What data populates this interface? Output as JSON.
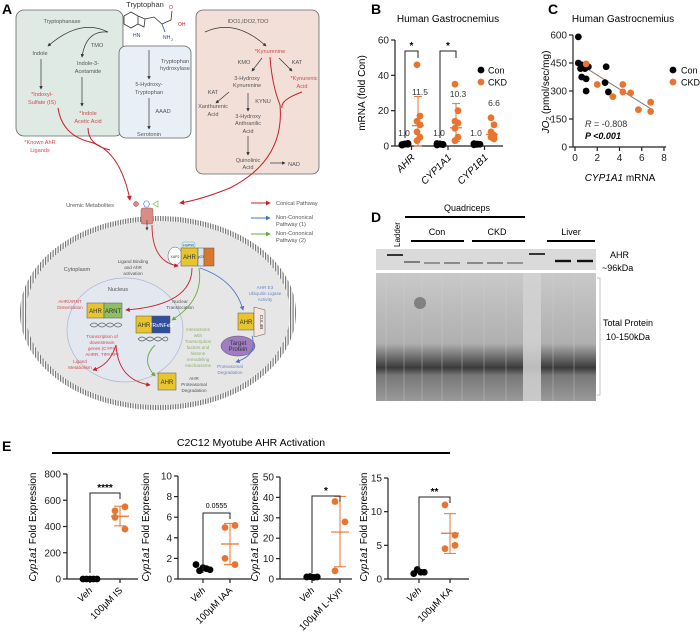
{
  "panel_labels": {
    "a": "A",
    "b": "B",
    "c": "C",
    "d": "D",
    "e": "E"
  },
  "colors": {
    "con": "#000000",
    "ckd": "#e8742f",
    "canonical": "#c8202a",
    "noncanonical1": "#4a74c4",
    "noncanonical2": "#6aaa3a",
    "ahr_box": "#e8c52c",
    "arnt_box": "#8cc063",
    "tr_box": "#2f4f9e"
  },
  "panel_a": {
    "texts": [
      "Tryptophanase",
      "TMO",
      "Indole",
      "Indole-3-",
      "Acetamide",
      "*Indoxyl-",
      "Sulfate (IS)",
      "*Indole",
      "Acetic Acid",
      "*Known AhR",
      "Ligands",
      "Tryptophan",
      "Tryptophan",
      "hydroxylase",
      "5-Hydroxy-",
      "Tryptophan",
      "AAAD",
      "Serotonin",
      "IDO1,IDO2,TDO",
      "*Kynurenine",
      "KMO",
      "KAT",
      "*Kynurenic",
      "Acid",
      "3-Hydroxy",
      "Kynurenine",
      "KAT",
      "Xanthurenic",
      "Acid",
      "KYNU",
      "3-Hydroxy",
      "Anthranilic",
      "Acid",
      "Quinolinic",
      "Acid",
      "NAD",
      "Uremic Metabolites",
      "Conical Pathway",
      "Non-Cononical",
      "Pathway (1)",
      "Non-Cononical",
      "Pathway (2)",
      "Cytoplasm",
      "Ligand Binding",
      "and AhR",
      "activation",
      "Nucleus",
      "AHR/ARNT",
      "Dimerization",
      "Nuclear",
      "Translocation",
      "AHR E3",
      "Ubiquitin Ligase",
      "Activity",
      "Interactions",
      "with",
      "Transcription",
      "factors and",
      "histone",
      "remodeling",
      "mechanisms",
      "Transcription of",
      "downstream",
      "genes (CYPs,",
      "AHRR, TIPARP)",
      "Ligand",
      "Metabolism",
      "Proteasomal",
      "Degradation",
      "AHR",
      "Proteasomal",
      "Degradation",
      "AHR",
      "HSP90",
      "XAP2",
      "p23",
      "AHR",
      "ARNT",
      "AHR",
      "TRs/NFκB",
      "AHR",
      "CUL4B",
      "Target",
      "Protein",
      "AHR"
    ],
    "molecule": {
      "hn": "HN",
      "nh2": "NH",
      "nh2_sub": "2",
      "oh": "OH",
      "o": "O"
    }
  },
  "panel_d": {
    "ladder": "Ladder",
    "group": "Quadriceps",
    "con": "Con",
    "ckd": "CKD",
    "liver": "Liver",
    "ahr": "AHR",
    "ahr_kda": "~96kDa",
    "total": "Total Protein",
    "total_kda": "10-150kDa"
  },
  "panel_e_title": "C2C12 Myotube AHR Activation",
  "chart_data": [
    {
      "type": "scatter",
      "title": "Human Gastrocnemius",
      "ylabel": "mRNA (fold Con)",
      "ylim": [
        0,
        60
      ],
      "yticks": [
        "0",
        "20",
        "40",
        "60"
      ],
      "categories": [
        "AHR",
        "CYP1A1",
        "CYP1B1"
      ],
      "legend": [
        "Con",
        "CKD"
      ],
      "legend_position": "right",
      "series": [
        {
          "name": "Con",
          "values": [
            [
              0.5,
              1,
              1.5,
              0.8,
              1.2,
              1,
              0.7
            ],
            [
              0.6,
              1.2,
              0.9,
              1.4,
              1,
              0.8
            ],
            [
              0.7,
              1.1,
              1,
              1.3,
              0.9
            ]
          ],
          "mean": [
            1.0,
            1.0,
            1.0
          ],
          "mean_labels": [
            "1.0",
            "1.0",
            "1.0"
          ]
        },
        {
          "name": "CKD",
          "values": [
            [
              46,
              17,
              14,
              12,
              8,
              5,
              3
            ],
            [
              35,
              20,
              14,
              13,
              10,
              5,
              3
            ],
            [
              16,
              12,
              8,
              6,
              5,
              4
            ]
          ],
          "mean": [
            11.5,
            10.3,
            6.6
          ],
          "error": [
            [
              0,
              28
            ],
            [
              2.5,
              24
            ],
            [
              5,
              7.5
            ]
          ],
          "mean_labels": [
            "11.5",
            "10.3",
            "6.6"
          ]
        }
      ],
      "significance": [
        {
          "category": "AHR",
          "label": "*"
        },
        {
          "category": "CYP1A1",
          "label": "*"
        }
      ]
    },
    {
      "type": "scatter",
      "title": "Human Gastrocnemius",
      "ylabel_main": "JO",
      "ylabel_sub": "2",
      "ylabel_unit": " (pmol/sec/mg)",
      "xlabel_italic": "CYP1A1",
      "xlabel_rest": " mRNA",
      "xlim": [
        0,
        8
      ],
      "xticks": [
        "0",
        "2",
        "4",
        "6",
        "8"
      ],
      "ylim": [
        0,
        600
      ],
      "yticks": [
        "0",
        "150",
        "300",
        "450",
        "600"
      ],
      "legend": [
        "Con",
        "CKD"
      ],
      "legend_position": "right",
      "series": [
        {
          "name": "Con",
          "points": [
            [
              0.3,
              590
            ],
            [
              0.3,
              450
            ],
            [
              0.5,
              420
            ],
            [
              0.6,
              440
            ],
            [
              0.6,
              375
            ],
            [
              0.9,
              420
            ],
            [
              1.0,
              365
            ],
            [
              1.0,
              300
            ],
            [
              1.2,
              430
            ],
            [
              2.7,
              345
            ],
            [
              2.8,
              430
            ],
            [
              3.0,
              295
            ]
          ]
        },
        {
          "name": "CKD",
          "points": [
            [
              1.0,
              445
            ],
            [
              2.0,
              335
            ],
            [
              3.4,
              270
            ],
            [
              4.3,
              335
            ],
            [
              4.3,
              295
            ],
            [
              5.0,
              290
            ],
            [
              5.7,
              200
            ],
            [
              6.8,
              240
            ],
            [
              6.8,
              190
            ]
          ]
        }
      ],
      "regression": [
        [
          0.8,
          430
        ],
        [
          6.8,
          205
        ]
      ],
      "r_label": "R",
      "r_value": " = -0.808",
      "p_text": "P <0.001"
    },
    {
      "type": "scatter",
      "ylabel_italic": "Cyp1a1",
      "ylabel_rest": " Fold Expression",
      "categories": [
        "Veh",
        "100μM IS"
      ],
      "ylim": [
        0,
        800
      ],
      "yticks": [
        "0",
        "200",
        "400",
        "600",
        "800"
      ],
      "veh": [
        0,
        0,
        0,
        0,
        0
      ],
      "treated": [
        520,
        550,
        470,
        380
      ],
      "mean": 478,
      "error": [
        405,
        555
      ],
      "significance": "****"
    },
    {
      "type": "scatter",
      "ylabel_italic": "Cyp1a1",
      "ylabel_rest": " Fold Expression",
      "categories": [
        "Veh",
        "100μM IAA"
      ],
      "ylim": [
        0,
        10
      ],
      "yticks": [
        "0",
        "2",
        "4",
        "6",
        "8",
        "10"
      ],
      "veh": [
        1.4,
        0.8,
        1.1,
        1.0,
        0.9
      ],
      "treated": [
        5.0,
        5.2,
        2.0,
        1.4
      ],
      "mean": 3.4,
      "error": [
        1.4,
        5.4
      ],
      "significance": "0.0555"
    },
    {
      "type": "scatter",
      "ylabel_italic": "Cyp1a1",
      "ylabel_rest": " Fold Expression",
      "categories": [
        "Veh",
        "100μM L-Kyn"
      ],
      "ylim": [
        0,
        50
      ],
      "yticks": [
        "0",
        "10",
        "20",
        "30",
        "40",
        "50"
      ],
      "veh": [
        1,
        1.2,
        0.8,
        1
      ],
      "treated": [
        38,
        28,
        4
      ],
      "mean": 23,
      "error": [
        6,
        40.5
      ],
      "significance": "*"
    },
    {
      "type": "scatter",
      "ylabel_italic": "Cyp1a1",
      "ylabel_rest": " Fold Expression",
      "categories": [
        "Veh",
        "100μM KA"
      ],
      "ylim": [
        0,
        15
      ],
      "yticks": [
        "0",
        "5",
        "10",
        "15"
      ],
      "veh": [
        0.8,
        1.4,
        1,
        1
      ],
      "treated": [
        11,
        6.5,
        4.5,
        5
      ],
      "mean": 6.8,
      "error": [
        3.8,
        9.7
      ],
      "significance": "**"
    }
  ]
}
